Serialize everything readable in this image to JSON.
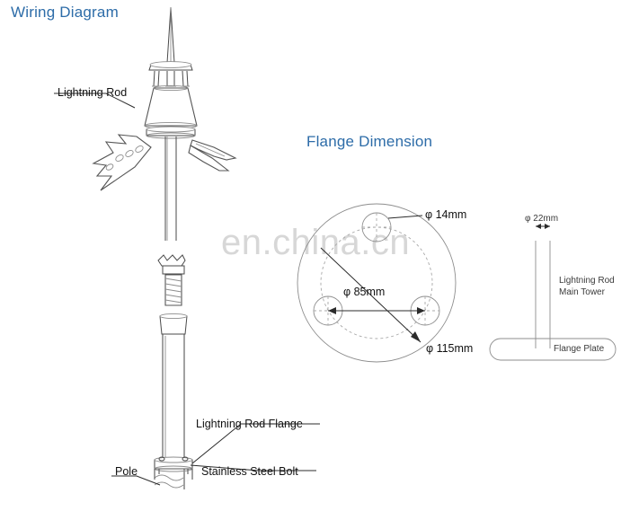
{
  "page": {
    "background": "#ffffff",
    "title_color": "#2d6ca8",
    "watermark": "en.china.cn"
  },
  "headings": {
    "wiring": "Wiring Diagram",
    "flange": "Flange Dimension"
  },
  "wiring_labels": {
    "lightning_rod": "Lightning Rod",
    "lightning_rod_flange": "Lightning Rod Flange",
    "stainless_steel_bolt": "Stainless Steel Bolt",
    "pole": "Pole"
  },
  "flange_dimensions": {
    "hole_diameter": "φ 14mm",
    "bolt_circle": "φ 85mm",
    "outer_diameter": "φ 115mm"
  },
  "side_view": {
    "rod_diameter": "φ 22mm",
    "main_tower": "Lightning Rod\nMain Tower",
    "main_tower_line1": "Lightning Rod",
    "main_tower_line2": "Main Tower",
    "flange_plate": "Flange Plate"
  }
}
